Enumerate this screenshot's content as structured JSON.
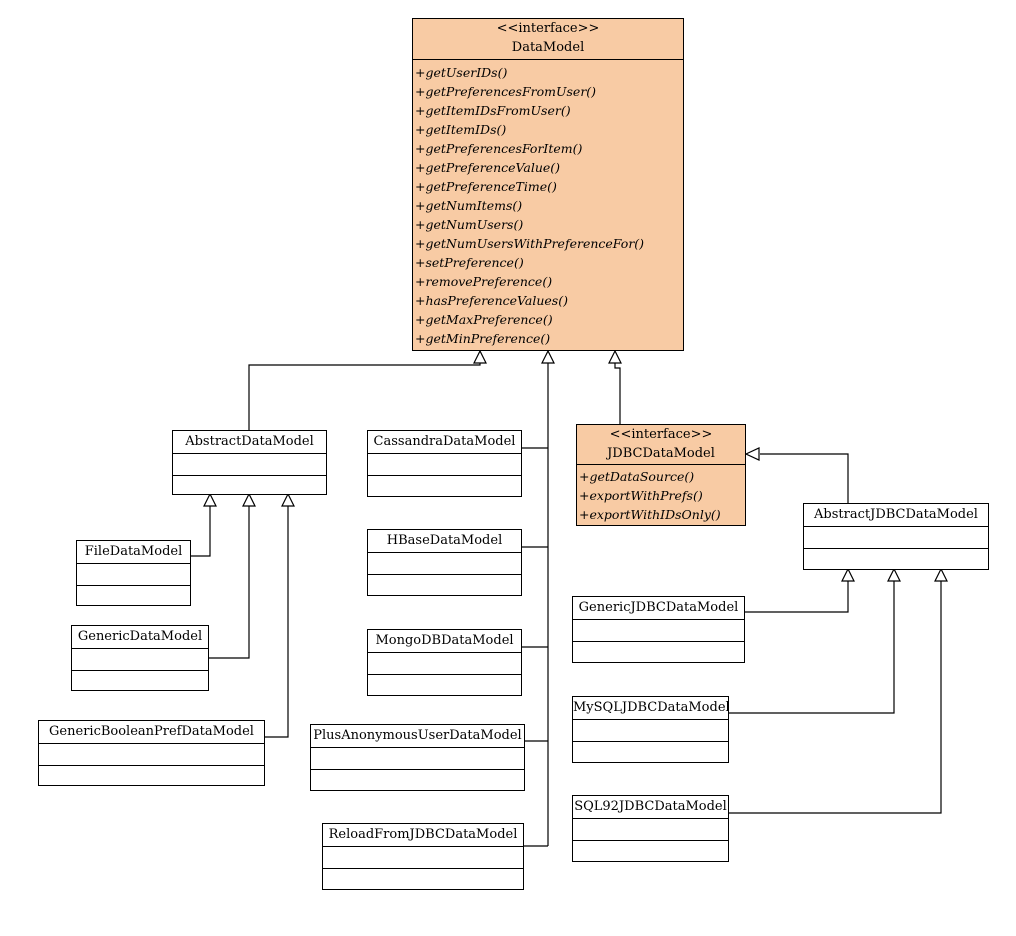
{
  "classes": {
    "datamodel": {
      "stereotype": "<<interface>>",
      "name": "DataModel",
      "operations": [
        "+getUserIDs()",
        "+getPreferencesFromUser()",
        "+getItemIDsFromUser()",
        "+getItemIDs()",
        "+getPreferencesForItem()",
        "+getPreferenceValue()",
        "+getPreferenceTime()",
        "+getNumItems()",
        "+getNumUsers()",
        "+getNumUsersWithPreferenceFor()",
        "+setPreference()",
        "+removePreference()",
        "+hasPreferenceValues()",
        "+getMaxPreference()",
        "+getMinPreference()"
      ]
    },
    "jdbcdatamodel": {
      "stereotype": "<<interface>>",
      "name": "JDBCDataModel",
      "operations": [
        "+getDataSource()",
        "+exportWithPrefs()",
        "+exportWithIDsOnly()"
      ]
    },
    "abstractdatamodel": {
      "name": "AbstractDataModel"
    },
    "filedatamodel": {
      "name": "FileDataModel"
    },
    "genericdatamodel": {
      "name": "GenericDataModel"
    },
    "genericbooleanprefdatamodel": {
      "name": "GenericBooleanPrefDataModel"
    },
    "cassandradatamodel": {
      "name": "CassandraDataModel"
    },
    "hbasedatamodel": {
      "name": "HBaseDataModel"
    },
    "mongodbdatamodel": {
      "name": "MongoDBDataModel"
    },
    "plusanonymoususerdatamodel": {
      "name": "PlusAnonymousUserDataModel"
    },
    "reloadfromjdbcdatamodel": {
      "name": "ReloadFromJDBCDataModel"
    },
    "abstractjdbcdatamodel": {
      "name": "AbstractJDBCDataModel"
    },
    "genericjdbcdatamodel": {
      "name": "GenericJDBCDataModel"
    },
    "mysqljdbcdatamodel": {
      "name": "MySQLJDBCDataModel"
    },
    "sql92jdbcdatamodel": {
      "name": "SQL92JDBCDataModel"
    }
  },
  "colors": {
    "interface_fill": "#f8cba4",
    "class_fill": "#ffffff",
    "line": "#000000"
  }
}
